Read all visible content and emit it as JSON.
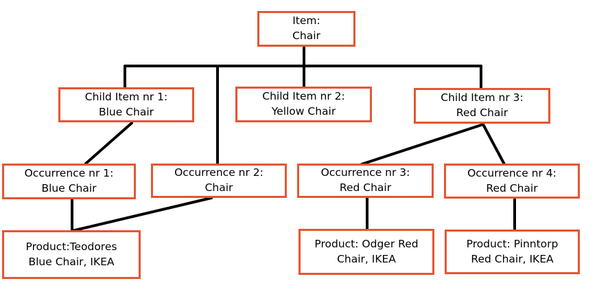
{
  "colors": {
    "box_border": "#E65532",
    "connector": "#000000",
    "background": "#FFFFFF"
  },
  "diagram_type": "tree-hierarchy",
  "nodes": {
    "item": {
      "line1": "Item:",
      "line2": "Chair"
    },
    "child1": {
      "line1": "Child Item nr 1:",
      "line2": "Blue Chair"
    },
    "child2": {
      "line1": "Child Item nr 2:",
      "line2": "Yellow Chair"
    },
    "child3": {
      "line1": "Child Item nr 3:",
      "line2": "Red Chair"
    },
    "occ1": {
      "line1": "Occurrence nr 1:",
      "line2": "Blue Chair"
    },
    "occ2": {
      "line1": "Occurrence nr 2:",
      "line2": "Chair"
    },
    "occ3": {
      "line1": "Occurrence nr 3:",
      "line2": "Red Chair"
    },
    "occ4": {
      "line1": "Occurrence nr 4:",
      "line2": "Red Chair"
    },
    "prod1": {
      "line1": "Product:Teodores",
      "line2": "Blue Chair, IKEA"
    },
    "prod2": {
      "line1": "Product: Odger Red",
      "line2": "Chair, IKEA"
    },
    "prod3": {
      "line1": "Product: Pinntorp",
      "line2": "Red Chair, IKEA"
    }
  },
  "edges": [
    {
      "from": "item",
      "to": "child1"
    },
    {
      "from": "item",
      "to": "child2"
    },
    {
      "from": "item",
      "to": "child3"
    },
    {
      "from": "item",
      "to": "occ2"
    },
    {
      "from": "child1",
      "to": "occ1"
    },
    {
      "from": "child3",
      "to": "occ3"
    },
    {
      "from": "child3",
      "to": "occ4"
    },
    {
      "from": "occ1",
      "to": "prod1"
    },
    {
      "from": "occ2",
      "to": "prod1"
    },
    {
      "from": "occ3",
      "to": "prod2"
    },
    {
      "from": "occ4",
      "to": "prod3"
    }
  ]
}
